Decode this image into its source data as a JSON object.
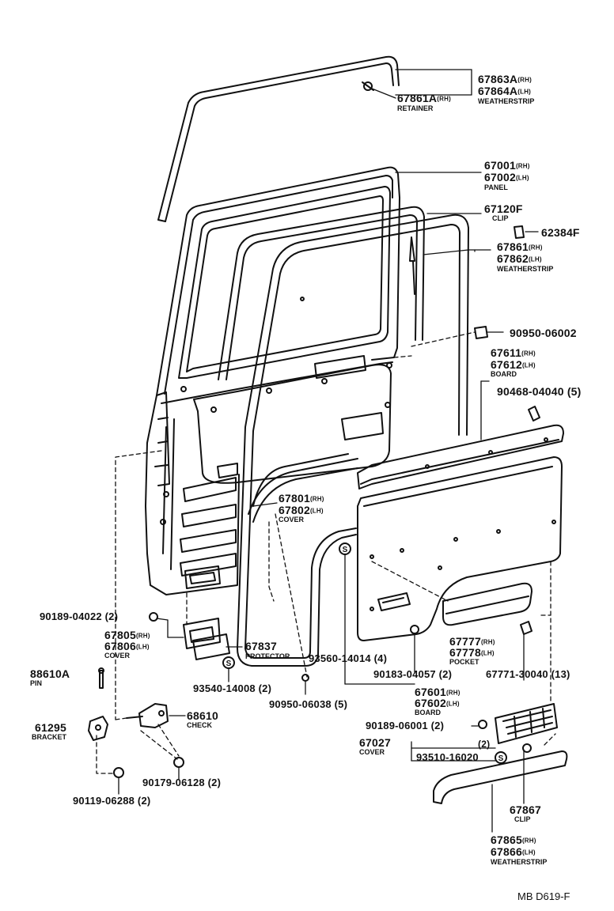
{
  "parts": {
    "p67863A": "67863A",
    "p67864A": "67864A",
    "p67861A": "67861A",
    "retainer": "RETAINER",
    "weatherstrip_top": "WEATHERSTRIP",
    "p67001": "67001",
    "p67002": "67002",
    "panel": "PANEL",
    "p67120F": "67120F",
    "clip_top": "CLIP",
    "p62384F": "62384F",
    "p67861": "67861",
    "p67862": "67862",
    "weatherstrip_mid": "WEATHERSTRIP",
    "p90950_06002": "90950-06002",
    "p67611": "67611",
    "p67612": "67612",
    "board_top": "BOARD",
    "p90468_04040": "90468-04040 (5)",
    "p67801": "67801",
    "p67802": "67802",
    "cover_mid": "COVER",
    "p90189_04022": "90189-04022 (2)",
    "p67805": "67805",
    "p67806": "67806",
    "cover_left": "COVER",
    "p67837": "67837",
    "protector": "PROTECTOR",
    "p93560_14014": "93560-14014 (4)",
    "p67777": "67777",
    "p67778": "67778",
    "pocket": "POCKET",
    "p88610A": "88610A",
    "pin": "PIN",
    "p90183_04057": "90183-04057 (2)",
    "p67771_30040": "67771-30040 (13)",
    "p93540_14008": "93540-14008 (2)",
    "p67601": "67601",
    "p67602": "67602",
    "board_bottom": "BOARD",
    "p90950_06038": "90950-06038 (5)",
    "p68610": "68610",
    "check": "CHECK",
    "p61295": "61295",
    "bracket": "BRACKET",
    "p90189_06001": "90189-06001 (2)",
    "p67027": "67027",
    "cover_bottom": "COVER",
    "qty2": "(2)",
    "p93510_16020": "93510-16020",
    "p90179_06128": "90179-06128 (2)",
    "p90119_06288": "90119-06288 (2)",
    "p67867": "67867",
    "clip_bottom": "CLIP",
    "p67865": "67865",
    "p67866": "67866",
    "weatherstrip_bottom": "WEATHERSTRIP",
    "rh": "(RH)",
    "lh": "(LH)",
    "s_mark": "S"
  },
  "reference": "MB D619-F"
}
